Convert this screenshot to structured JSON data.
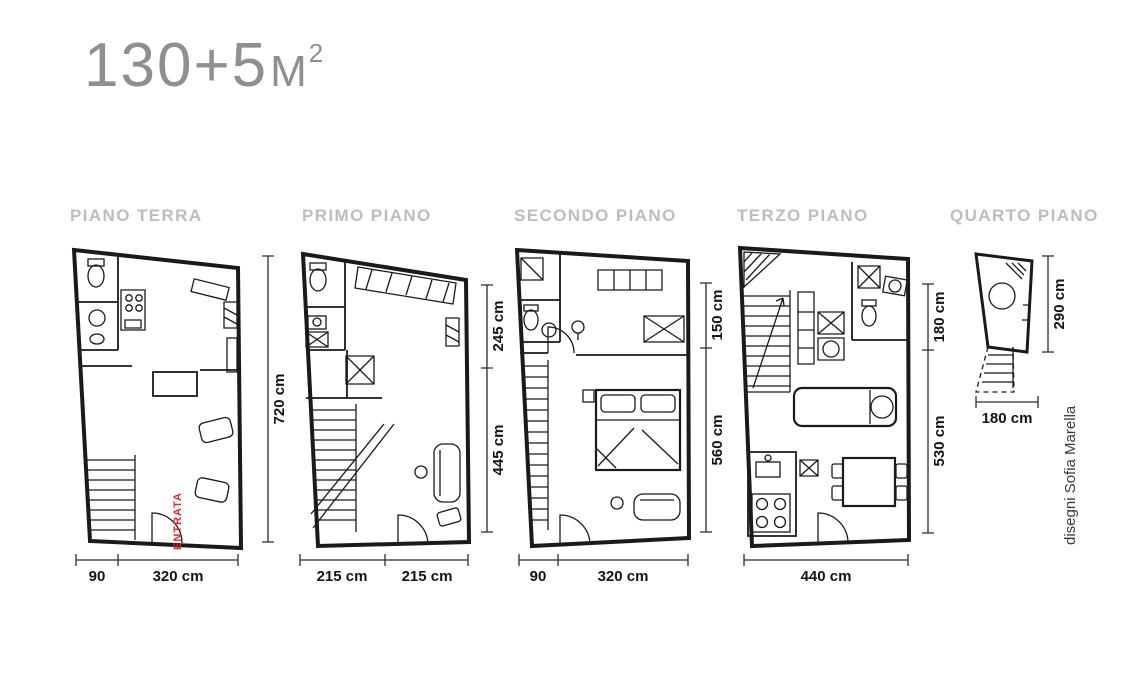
{
  "title": {
    "main": "130+5",
    "unit": "M",
    "sup": "2"
  },
  "credit": "disegni Sofia Marella",
  "colors": {
    "accent_red": "#e8262a",
    "label_gray": "#bdbdbd",
    "ink": "#1a1a1a",
    "title_gray": "#8f8f8f"
  },
  "floors": [
    {
      "label": "PIANO TERRA",
      "entrance": "ENTRATA",
      "dim_right": "720 cm",
      "dim_bottom_left": "90",
      "dim_bottom_right": "320 cm"
    },
    {
      "label": "PRIMO PIANO",
      "dim_right_top": "245 cm",
      "dim_right_bottom": "445 cm",
      "dim_bottom_left": "215 cm",
      "dim_bottom_right": "215 cm"
    },
    {
      "label": "SECONDO PIANO",
      "dim_right_top": "150 cm",
      "dim_right_bottom": "560 cm",
      "dim_bottom_left": "90",
      "dim_bottom_right": "320 cm"
    },
    {
      "label": "TERZO PIANO",
      "dim_right_top": "180 cm",
      "dim_right_bottom": "530 cm",
      "dim_bottom": "440 cm"
    },
    {
      "label": "QUARTO PIANO",
      "dim_right": "290 cm",
      "dim_bottom": "180 cm"
    }
  ]
}
